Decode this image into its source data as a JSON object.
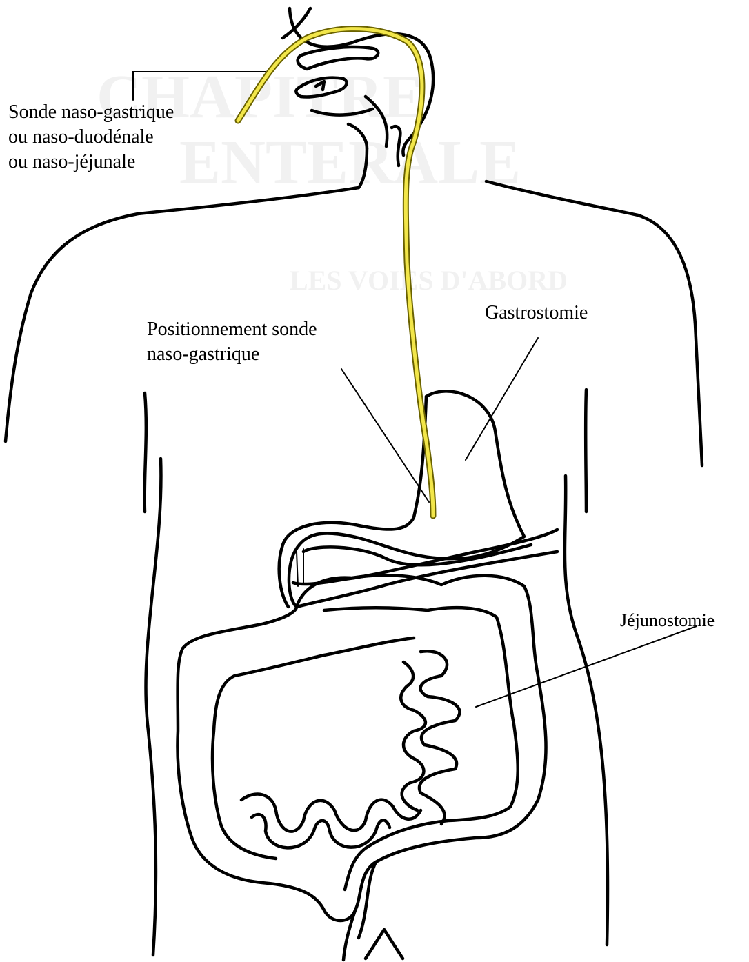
{
  "labels": {
    "sonde_line1": "Sonde naso-gastrique",
    "sonde_line2": "ou naso-duodénale",
    "sonde_line3": "ou naso-jéjunale",
    "positionnement_line1": "Positionnement sonde",
    "positionnement_line2": "naso-gastrique",
    "gastrostomie": "Gastrostomie",
    "jejunostomie": "Jéjunostomie"
  },
  "colors": {
    "tube": "#f2e64a",
    "tube_outline": "#6a6200",
    "lines": "#000000",
    "background": "#ffffff"
  }
}
